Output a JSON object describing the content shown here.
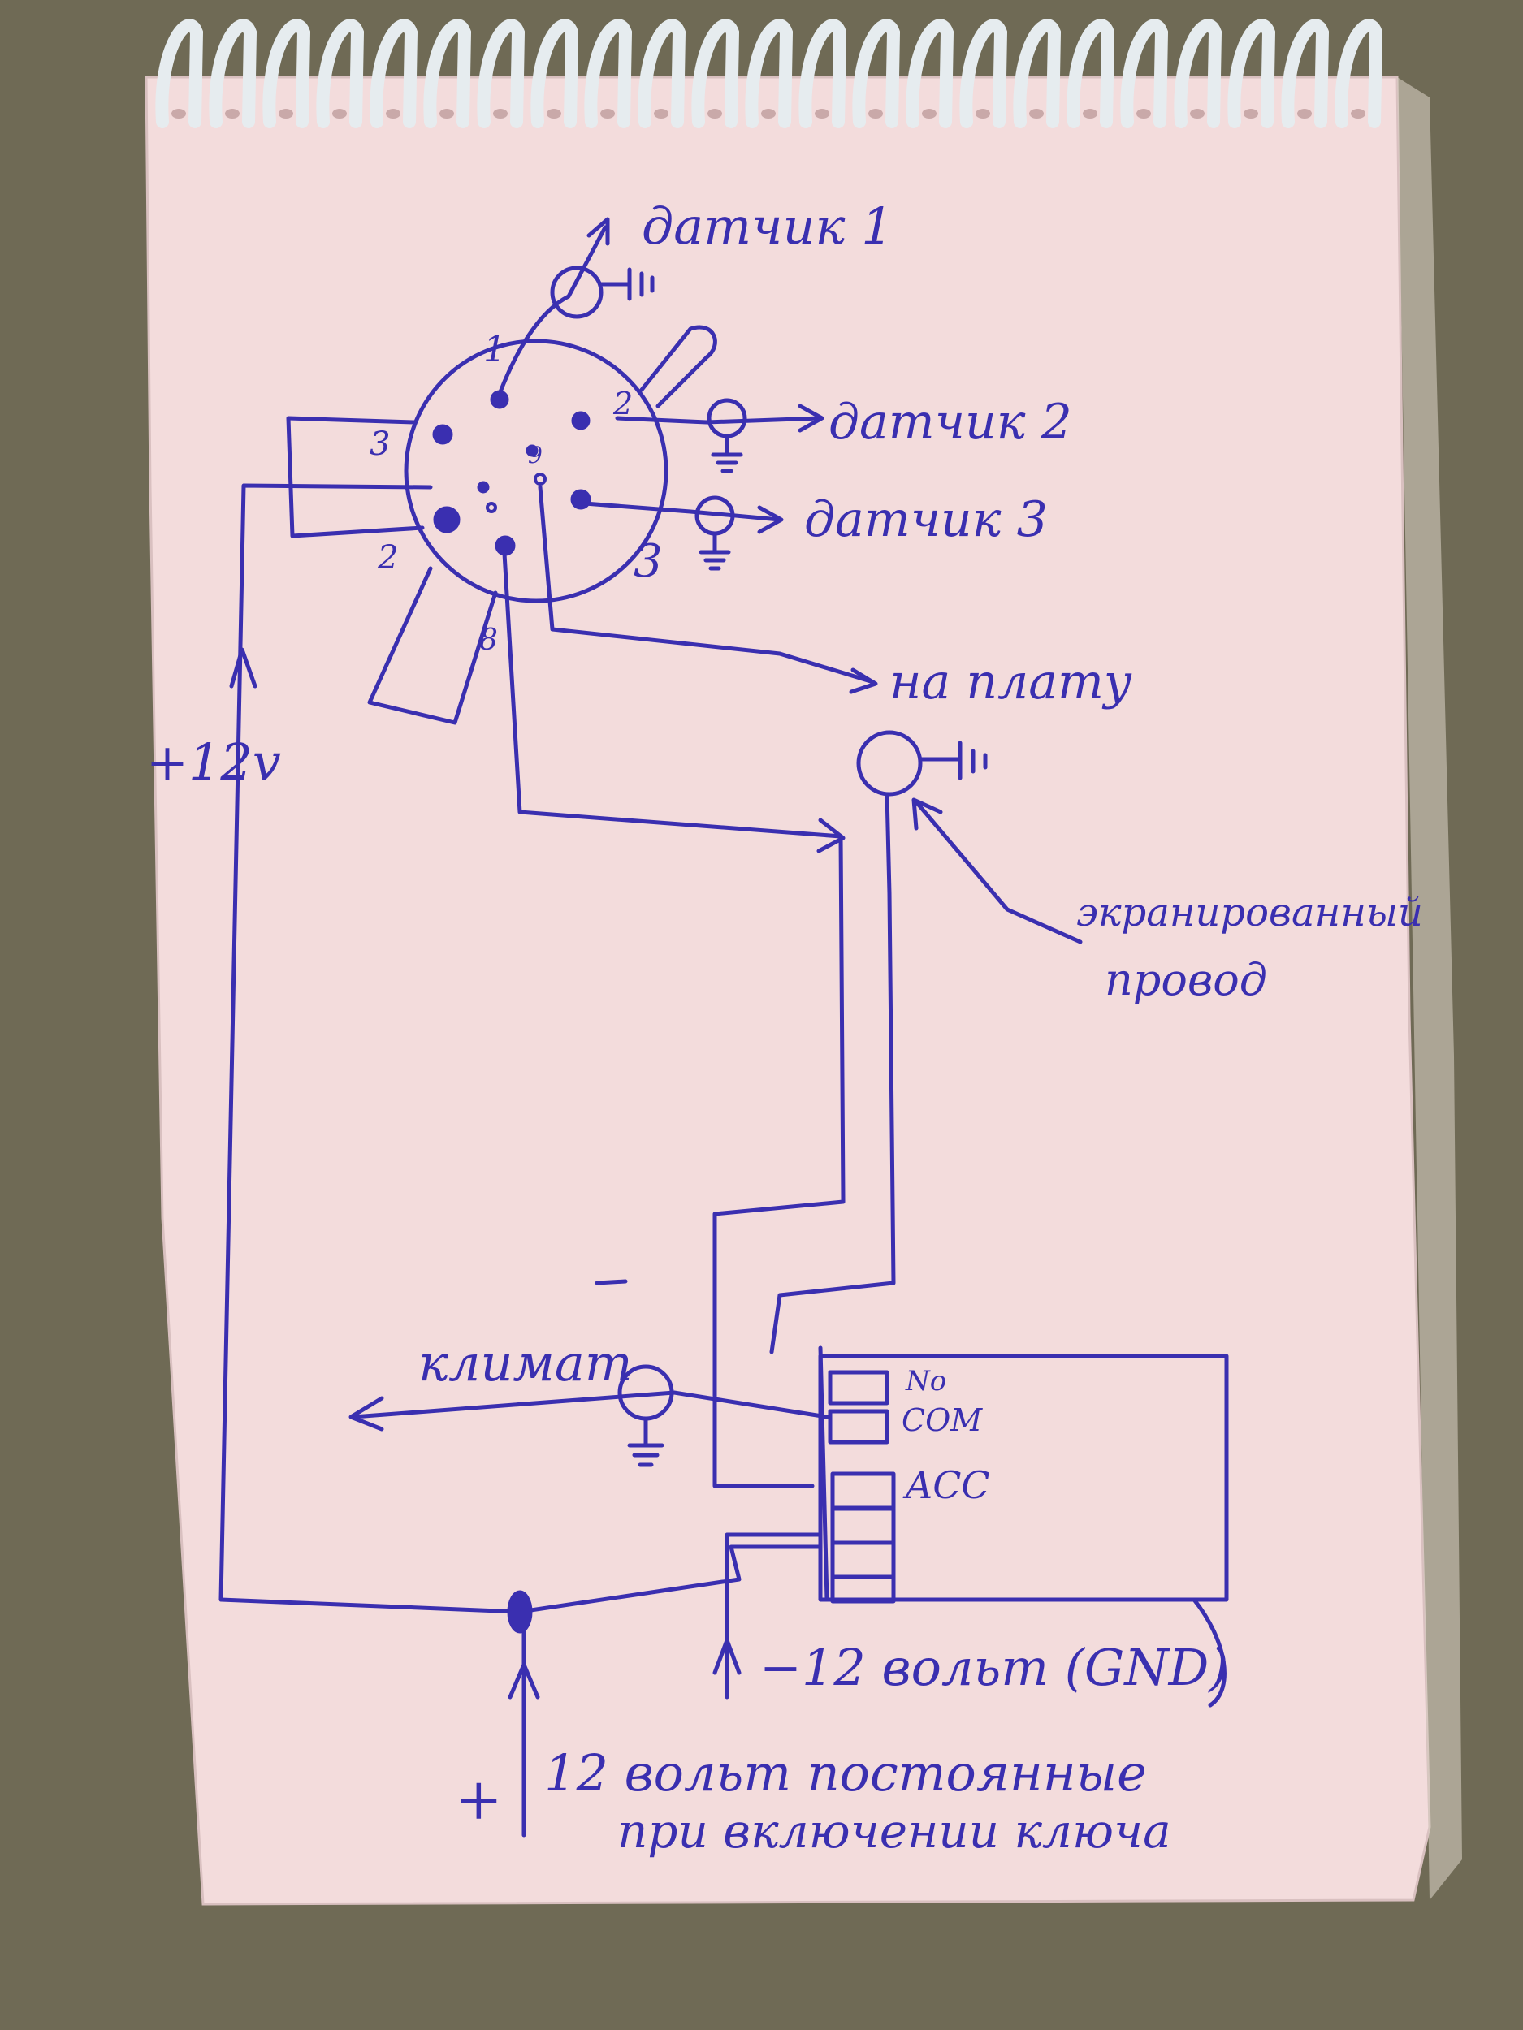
{
  "colors": {
    "ink": "#3a2fb0",
    "paper": "#f3dcdc",
    "background": "#6f6a55",
    "spiral": "#e6ecef"
  },
  "labels": {
    "sensor1": "датчик 1",
    "sensor2": "датчик 2",
    "sensor3": "датчик 3",
    "to_board": "на плату",
    "plus12v": "+12v",
    "shielded_wire_line1": "экранированный",
    "shielded_wire_line2": "провод",
    "climate": "климат",
    "relay_no": "No",
    "relay_com": "COM",
    "relay_acc": "ACC",
    "minus12v": "−12 вольт (GND)",
    "plus_sign": "+",
    "permanent12v_line1": "12 вольт постоянные",
    "permanent12v_line2": "при включении ключа"
  },
  "pin_numbers": {
    "p1": "1",
    "p2_right": "2",
    "p3_left": "3",
    "p2_left": "2",
    "p3_right": "3",
    "p8_bottom": "8",
    "p9": "9"
  }
}
